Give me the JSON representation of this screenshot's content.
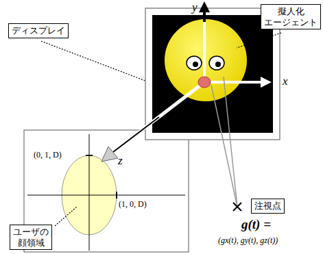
{
  "diagram": {
    "nodes": [
      {
        "text": [
          "ディスプレイ"
        ]
      },
      {
        "text": [
          "擬人化 エージェント"
        ]
      },
      {
        "text": [
          "注視点"
        ]
      },
      {
        "text": [
          "ユーザの 顔領域"
        ]
      }
    ],
    "labels": [
      "y",
      "x",
      "z",
      "(0, 1, D)",
      "(1, 0, D)",
      "g(t) =",
      "(gx(t), gy(t), gz(t))"
    ]
  }
}
